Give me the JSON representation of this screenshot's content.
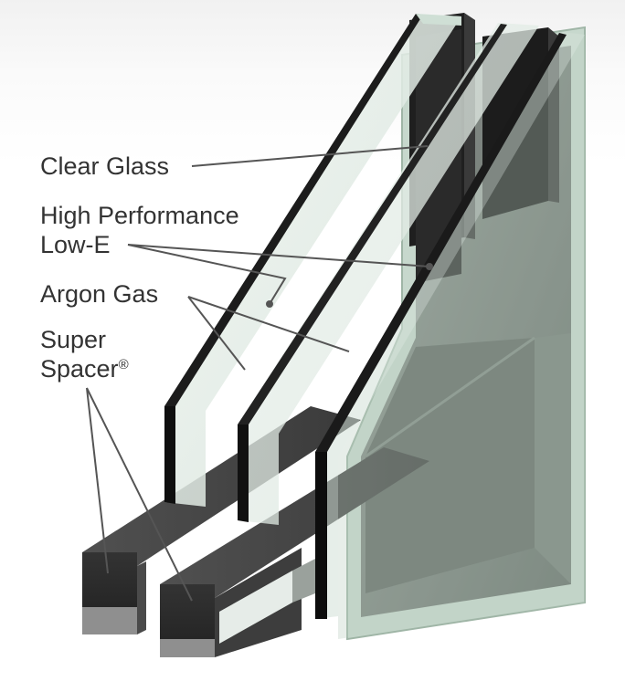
{
  "labels": {
    "clear_glass": "Clear Glass",
    "high_performance_line1": "High Performance",
    "high_performance_line2": "Low-E",
    "argon_gas": "Argon Gas",
    "super_spacer_line1": "Super",
    "super_spacer_line2": "Spacer",
    "registered_mark": "®"
  },
  "colors": {
    "text": "#333333",
    "leader_line": "#555555",
    "glass_tint": "#dfeae3",
    "glass_edge": "#a8c2b2",
    "spacer": "#3a3a3a",
    "frame_dark": "#202020"
  }
}
